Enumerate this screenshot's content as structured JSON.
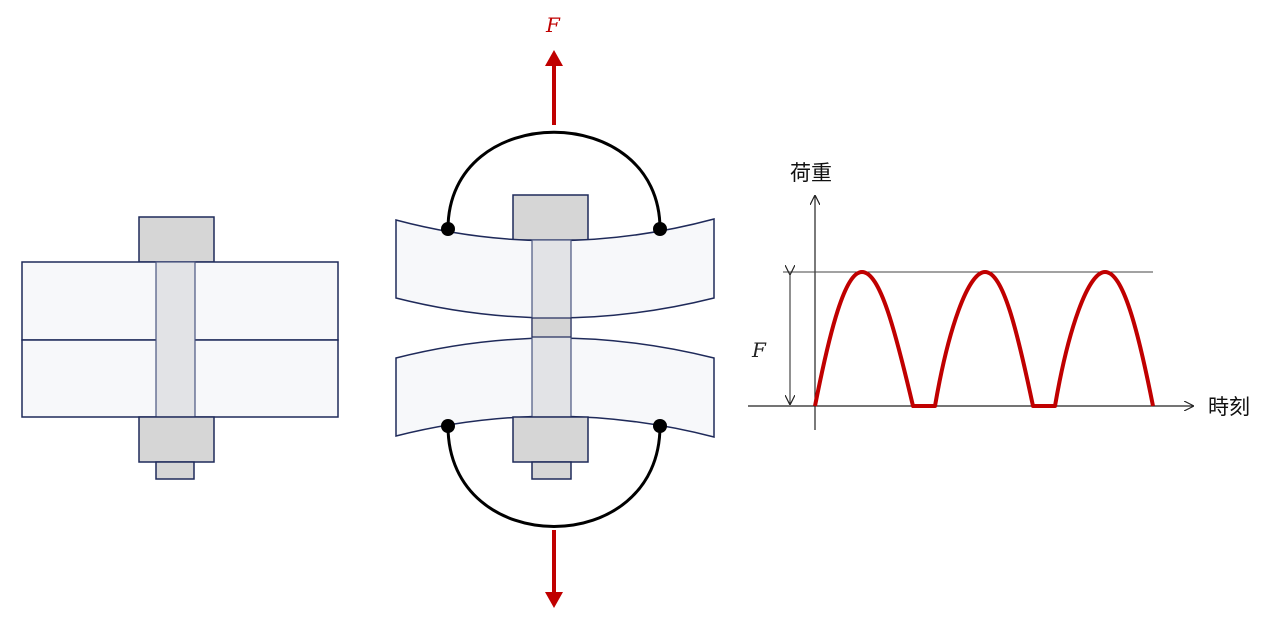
{
  "force_label_top": "F",
  "graph": {
    "y_axis_label": "荷重",
    "x_axis_label": "時刻",
    "amplitude_label": "F"
  },
  "colors": {
    "force": "#c00000",
    "outline": "#1f2a5a",
    "plate": "#f7f8fa",
    "nut": "#d6d6d6"
  }
}
